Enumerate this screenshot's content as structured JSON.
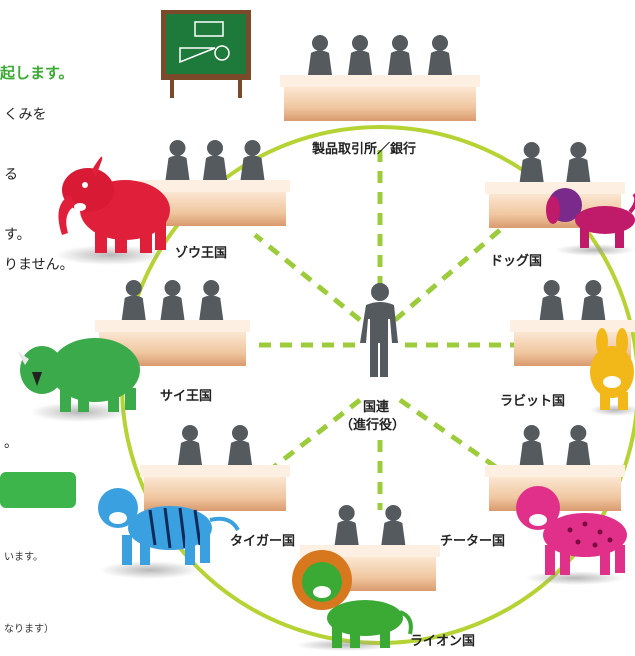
{
  "diagram": {
    "center": {
      "label": "国連",
      "sublabel": "（進行役）"
    },
    "nodes": [
      {
        "id": "products",
        "label": "製品取引所／銀行"
      },
      {
        "id": "dog",
        "label": "ドッグ国"
      },
      {
        "id": "rabbit",
        "label": "ラビット国"
      },
      {
        "id": "cheetah",
        "label": "チーター国"
      },
      {
        "id": "lion",
        "label": "ライオン国"
      },
      {
        "id": "tiger",
        "label": "タイガー国"
      },
      {
        "id": "rhino",
        "label": "サイ王国"
      },
      {
        "id": "elephant",
        "label": "ゾウ王国"
      }
    ]
  },
  "side_text": {
    "heading": "起します。",
    "line1": "くみを",
    "line2": "る",
    "line3": "す。",
    "line4": "りません。",
    "line5": "。",
    "note1": "います。",
    "note2": "なります）"
  },
  "colors": {
    "ring": "#b5d335",
    "spoke": "#9ccc3c",
    "green_text": "#3aaa35",
    "green_bar": "#3db54a",
    "elephant": "#e0203a",
    "rhino": "#3aaa4a",
    "tiger": "#3aa0e0",
    "lion": "#3aaa35",
    "cheetah": "#e0308a",
    "rabbit": "#f2b81a",
    "dog": "#c01a6a",
    "person": "#555a5e",
    "board": "#1e7a3a"
  },
  "icons": [
    "blackboard-icon",
    "person-icon",
    "table-icon"
  ]
}
